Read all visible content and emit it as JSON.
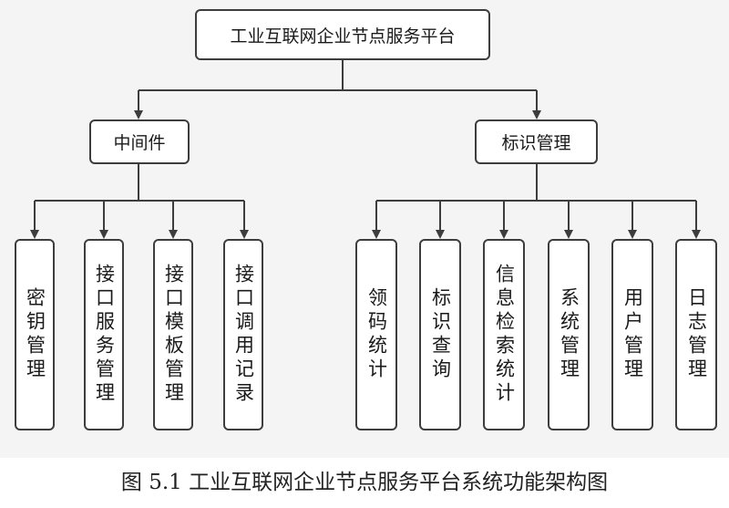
{
  "root": {
    "label": "工业互联网企业节点服务平台"
  },
  "groups": [
    {
      "label": "中间件",
      "children": [
        "密钥管理",
        "接口服务管理",
        "接口模板管理",
        "接口调用记录"
      ]
    },
    {
      "label": "标识管理",
      "children": [
        "领码统计",
        "标识查询",
        "信息检索统计",
        "系统管理",
        "用户管理",
        "日志管理"
      ]
    }
  ],
  "caption": "图 5.1   工业互联网企业节点服务平台系统功能架构图",
  "colors": {
    "line": "#3d3d3d",
    "box_border": "#3d3d3d",
    "background": "#f4f4f4"
  }
}
